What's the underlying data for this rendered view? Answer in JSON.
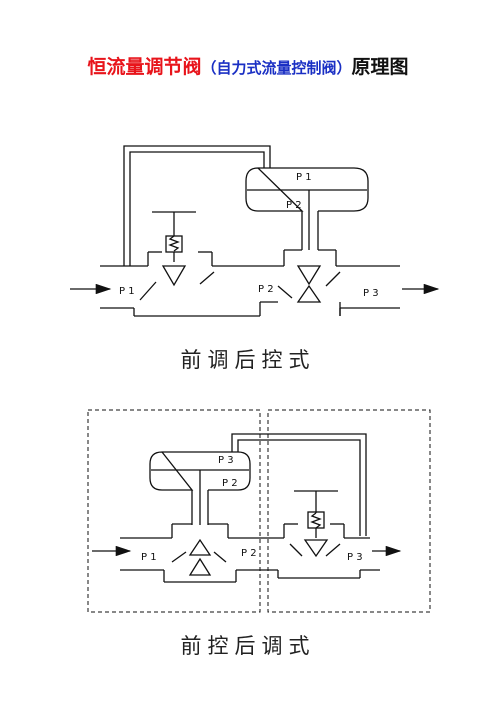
{
  "title": {
    "main": "恒流量调节阀",
    "paren_open": "（",
    "sub": "自力式流量控制阀",
    "paren_close": "）",
    "suffix": "原理图"
  },
  "diagram1": {
    "caption": "前调后控式",
    "labels": {
      "p1_dome": "P 1",
      "p2_dome": "P 2",
      "p1_inlet": "P 1",
      "p2_mid": "P 2",
      "p3_outlet": "P 3"
    }
  },
  "diagram2": {
    "caption": "前控后调式",
    "labels": {
      "p3_dome": "P 3",
      "p2_dome": "P 2",
      "p1_inlet": "P 1",
      "p2_mid": "P 2",
      "p3_outlet": "P 3"
    }
  }
}
